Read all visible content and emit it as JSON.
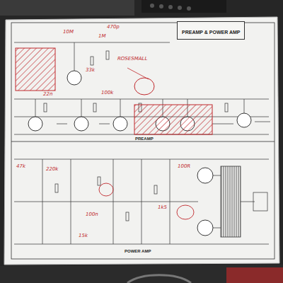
{
  "diagram": {
    "nodes": [
      {
        "text": [
          "PREAMP & POWER AMP"
        ]
      }
    ],
    "labels": [
      "PREAMP",
      "POWER AMP",
      "ROSESMALL",
      "10M",
      "1M",
      "470p",
      "33k",
      "22n",
      "100k",
      "47k",
      "220k",
      "100n",
      "15k",
      "100R",
      "1k5"
    ]
  }
}
